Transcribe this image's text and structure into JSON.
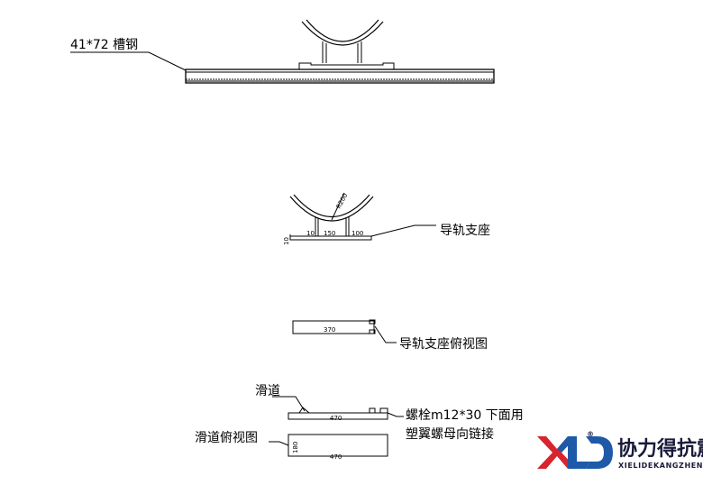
{
  "labels": {
    "channel_steel": "41*72 槽钢",
    "rail_support": "导轨支座",
    "rail_support_top_view": "导轨支座俯视图",
    "slide": "滑道",
    "slide_top_view": "滑道俯视图",
    "bolt_line1": "螺栓m12*30 下面用",
    "bolt_line2": "塑翼螺母向链接"
  },
  "dimensions": {
    "radius": "R200",
    "foot_height": "10",
    "base_left": "10",
    "base_mid": "150",
    "base_right": "100",
    "support_top_length": "370",
    "slide_length": "470",
    "slide_top_length": "470",
    "slide_top_width": "180"
  },
  "logo": {
    "cn": "协力得抗震",
    "en": "XIELIDEKANGZHEN",
    "registered": "®",
    "colors": {
      "red": "#d9232d",
      "blue": "#1e5aa8",
      "dark": "#1a1a3a"
    }
  }
}
